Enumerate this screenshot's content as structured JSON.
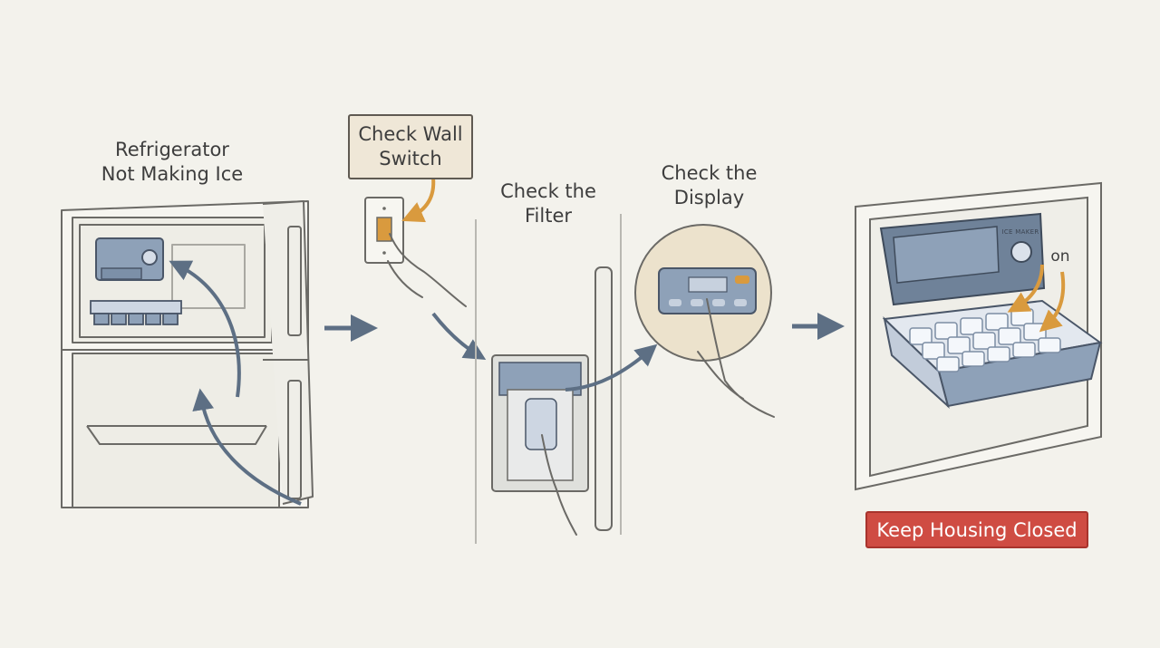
{
  "steps": {
    "fridge": "Refrigerator\nNot Making Ice",
    "wall_switch": "Check Wall\nSwitch",
    "filter": "Check the\nFilter",
    "display": "Check the\nDisplay",
    "ice_maker_on": "on",
    "ice_maker_label": "ICE MAKER"
  },
  "warning": {
    "label": "Keep Housing Closed"
  },
  "colors": {
    "background": "#f3f2ec",
    "line": "#6b6a66",
    "arrow": "#5d6f84",
    "appliance_blue": "#8ea1b8",
    "accent_orange": "#d99a3e",
    "warning_red": "#cf4c43",
    "label_box": "#efe7d7",
    "display_circle": "#ece2cc"
  },
  "icons": [
    "flow-arrow-icon",
    "curved-arrow-icon",
    "hand-icon",
    "ice-cube-icon"
  ]
}
